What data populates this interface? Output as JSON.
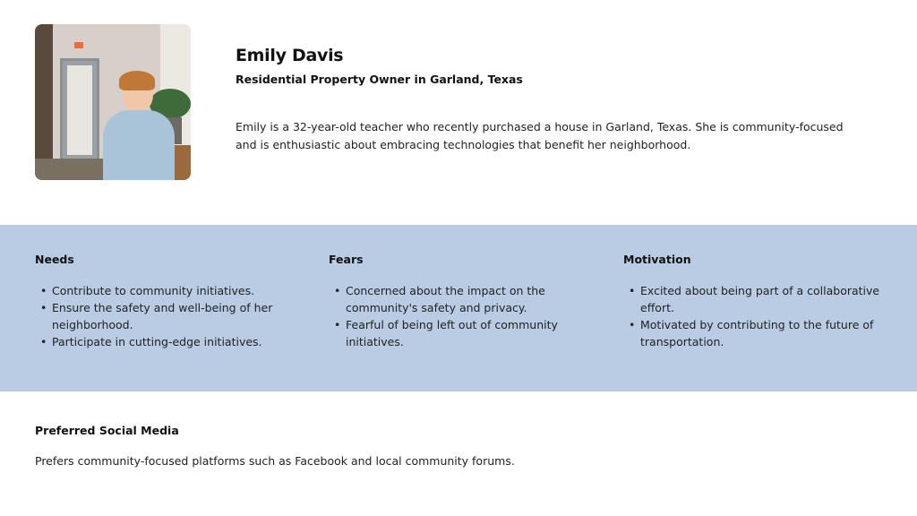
{
  "persona": {
    "name": "Emily Davis",
    "role": "Residential Property Owner in Garland, Texas",
    "bio": "Emily is a 32-year-old teacher who recently purchased a house in Garland, Texas. She is community-focused and is enthusiastic about embracing technologies that benefit her neighborhood."
  },
  "sections": [
    {
      "title": "Needs",
      "items": [
        "Contribute to community initiatives.",
        "Ensure the safety and well-being of her neighborhood.",
        "Participate in cutting-edge initiatives."
      ]
    },
    {
      "title": "Fears",
      "items": [
        "Concerned about the impact on the community's safety and privacy.",
        "Fearful of being left out of community initiatives."
      ]
    },
    {
      "title": "Motivation",
      "items": [
        "Excited about being part of a collaborative effort.",
        "Motivated by contributing to the future of transportation."
      ]
    }
  ],
  "social": {
    "title": "Preferred Social Media",
    "text": "Prefers community-focused platforms such as Facebook and local community forums."
  },
  "colors": {
    "band": "#b9cce4"
  }
}
